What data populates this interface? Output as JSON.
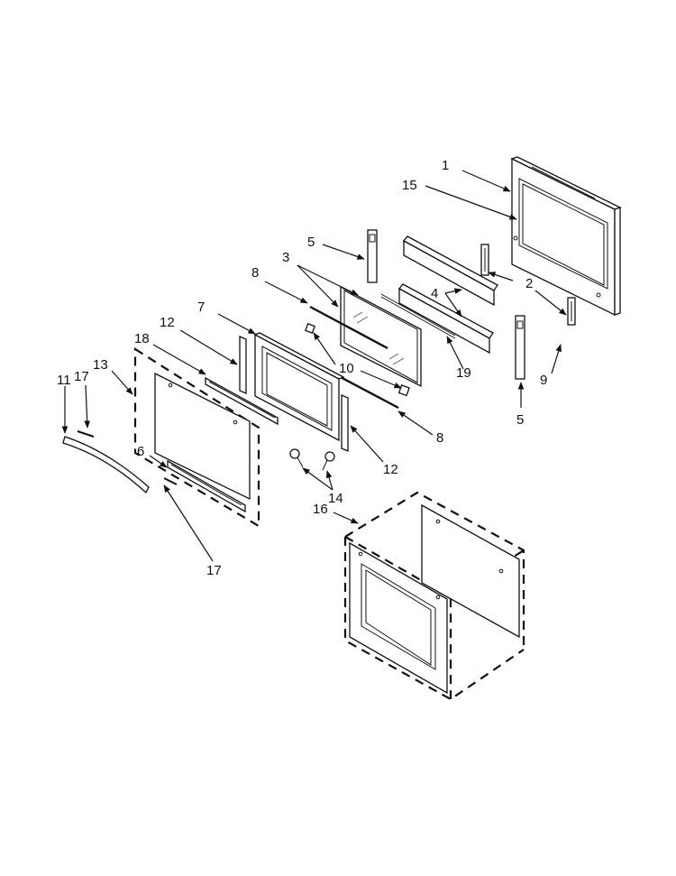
{
  "labels": {
    "c1": "1",
    "c15": "15",
    "c5a": "5",
    "c2": "2",
    "c3": "3",
    "c8a": "8",
    "c4": "4",
    "c7": "7",
    "c12a": "12",
    "c18": "18",
    "c13": "13",
    "c17a": "17",
    "c11": "11",
    "c10": "10",
    "c19": "19",
    "c9": "9",
    "c5b": "5",
    "c8b": "8",
    "c12b": "12",
    "c6": "6",
    "c14": "14",
    "c16": "16",
    "c17b": "17"
  }
}
